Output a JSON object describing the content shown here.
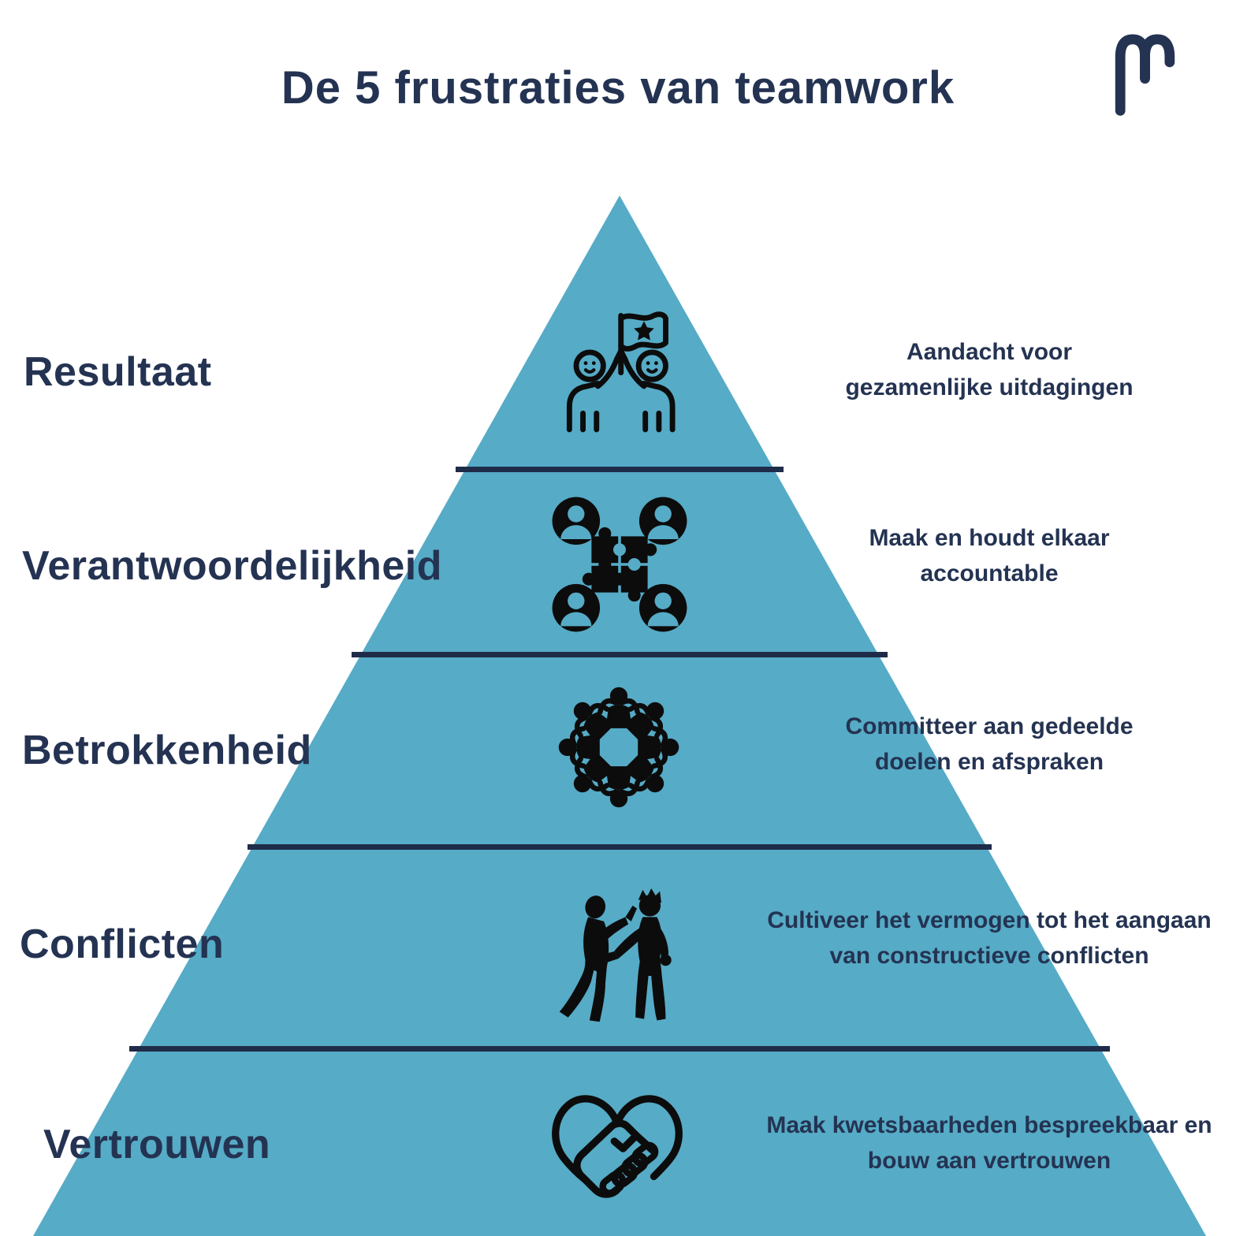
{
  "title": "De 5 frustraties van teamwork",
  "brand": {
    "logo_letter": "m"
  },
  "colors": {
    "background": "#ffffff",
    "pyramid": "#56abc6",
    "navy": "#243352",
    "line": "#1f2c49",
    "icon": "#0c0c0c"
  },
  "pyramid": {
    "levels": [
      {
        "label": "Resultaat",
        "description": "Aandacht voor\ngezamenlijke uitdagingen",
        "icon": "celebration-flag-icon"
      },
      {
        "label": "Verantwoordelijkheid",
        "description": "Maak en houdt elkaar\naccountable",
        "icon": "team-puzzle-icon"
      },
      {
        "label": "Betrokkenheid",
        "description": "Committeer aan gedeelde\ndoelen en afspraken",
        "icon": "people-circle-icon"
      },
      {
        "label": "Conflicten",
        "description": "Cultiveer het vermogen tot het aangaan\nvan constructieve conflicten",
        "icon": "two-people-talking-icon"
      },
      {
        "label": "Vertrouwen",
        "description": "Maak kwetsbaarheden bespreekbaar en\nbouw aan vertrouwen",
        "icon": "heart-handshake-icon"
      }
    ]
  }
}
